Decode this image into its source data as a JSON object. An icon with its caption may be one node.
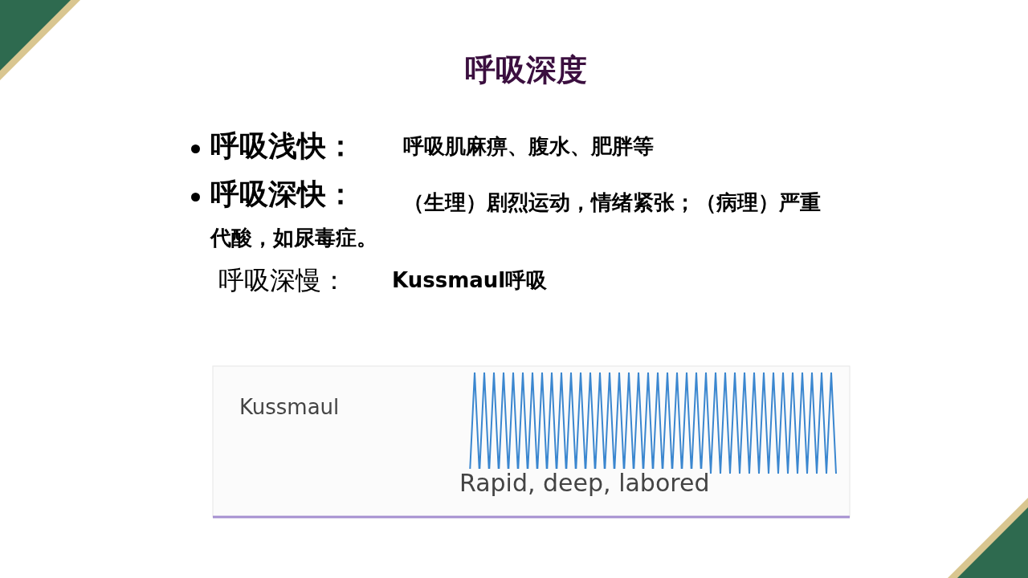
{
  "diagram": {
    "title": "呼吸深度",
    "labels": [
      "呼吸浅快：",
      "呼吸肌麻痹、腹水、肥胖等",
      "呼吸深快：",
      "（生理）剧烈运动，情绪紧张；（病理）严重代酸，如尿毒症。",
      "呼吸深慢：",
      "Kussmaul呼吸",
      "Kussmaul",
      "Rapid, deep, labored"
    ]
  }
}
